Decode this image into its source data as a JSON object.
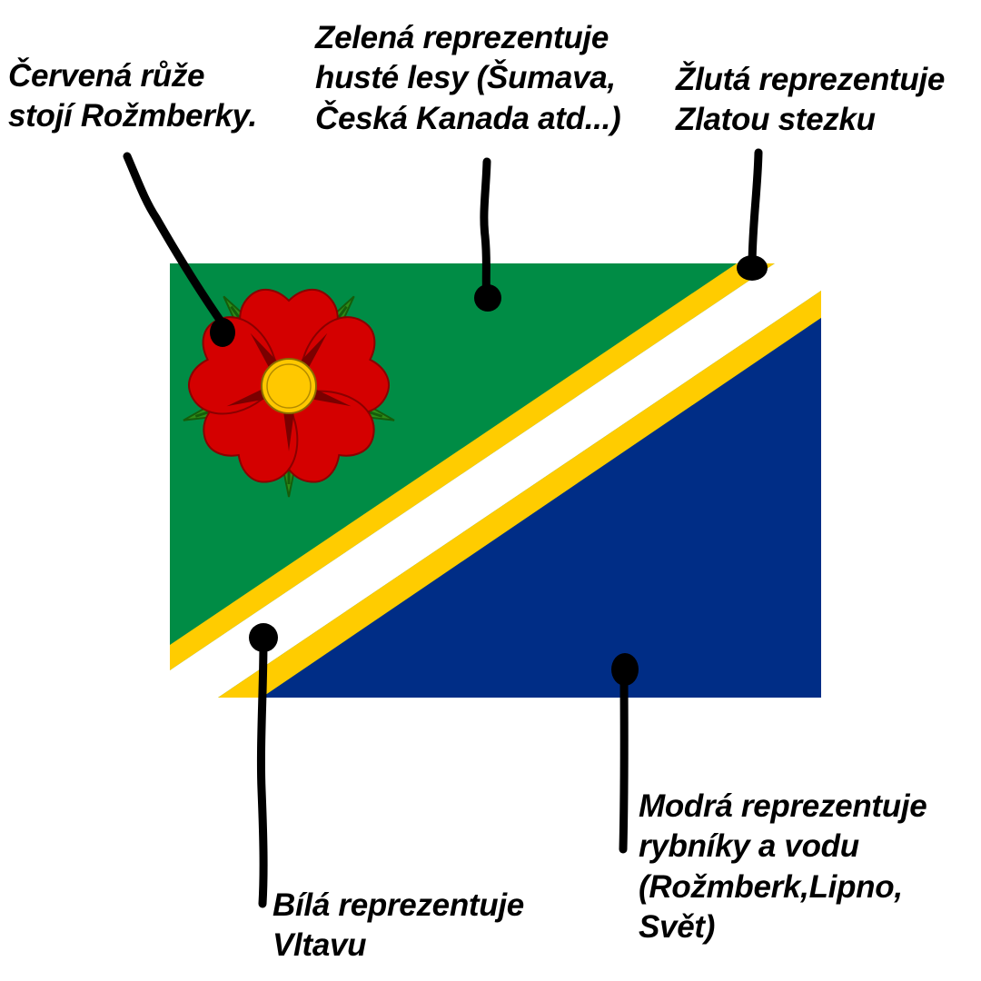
{
  "colors": {
    "green": "#008C45",
    "yellow": "#FFCC00",
    "white": "#FFFFFF",
    "blue": "#002D86",
    "red": "#D40000",
    "dark_red": "#7A0000",
    "leaf_green": "#2F8C18",
    "leaf_dark": "#165C0B",
    "gold": "#FFC800",
    "ink": "#000000"
  },
  "annotations": {
    "red": {
      "lines": [
        "Červená růže",
        "stojí Rožmberky."
      ]
    },
    "green": {
      "lines": [
        "Zelená reprezentuje",
        "husté lesy (Šumava,",
        "Česká Kanada atd...)"
      ]
    },
    "yellow": {
      "lines": [
        "Žlutá reprezentuje",
        "Zlatou stezku"
      ]
    },
    "blue": {
      "lines": [
        "Modrá reprezentuje",
        "rybníky a vodu",
        "(Rožmberk,Lipno,",
        "Svět)"
      ]
    },
    "white": {
      "lines": [
        "Bílá reprezentuje",
        "Vltavu"
      ]
    }
  }
}
